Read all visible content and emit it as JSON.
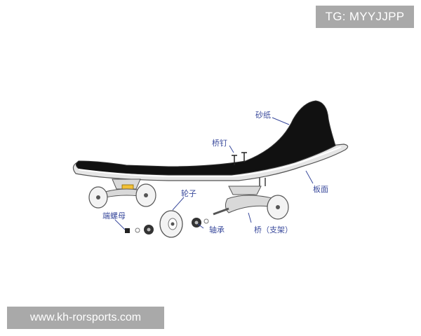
{
  "watermarks": {
    "top": "TG: MYYJJPP",
    "bottom": "www.kh-rorsports.com"
  },
  "labels": {
    "grip_tape": "砂纸",
    "bridge_nails": "桥钉",
    "deck": "板面",
    "wheels": "轮子",
    "end_nut": "端螺母",
    "bearings": "轴承",
    "truck": "桥（支架）"
  },
  "colors": {
    "label": "#3a4a9c",
    "leader": "#3a4a9c",
    "deck_top": "#111111",
    "deck_edge": "#e6e6e6",
    "truck_metal": "#d9d9d9",
    "bushing": "#f2c037",
    "wheel": "#f3f3f3",
    "bearing": "#333333"
  }
}
